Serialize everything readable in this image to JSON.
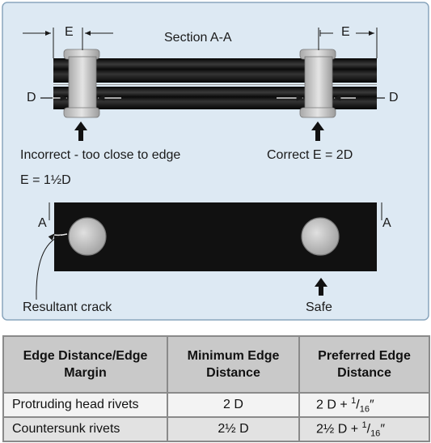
{
  "diagram": {
    "section_title": "Section A-A",
    "e_label": "E",
    "d_label": "D",
    "incorrect_label": "Incorrect - too close to edge",
    "correct_label": "Correct E = 2D",
    "e_formula": "E = 1½D",
    "a_label": "A",
    "crack_label": "Resultant crack",
    "safe_label": "Safe",
    "colors": {
      "panel_bg": "#dde9f3",
      "plate": "#111111",
      "rivet": "#d3d3d3"
    }
  },
  "table": {
    "headers": [
      "Edge Distance/Edge Margin",
      "Minimum Edge Distance",
      "Preferred Edge Distance"
    ],
    "rows": [
      {
        "type": "Protruding head rivets",
        "minimum": "2 D",
        "preferred_base": "2 D + ",
        "preferred_num": "1",
        "preferred_den": "16",
        "preferred_unit": "″"
      },
      {
        "type": "Countersunk rivets",
        "minimum": "2½ D",
        "preferred_base": "2½ D + ",
        "preferred_num": "1",
        "preferred_den": "16",
        "preferred_unit": "″"
      }
    ]
  }
}
